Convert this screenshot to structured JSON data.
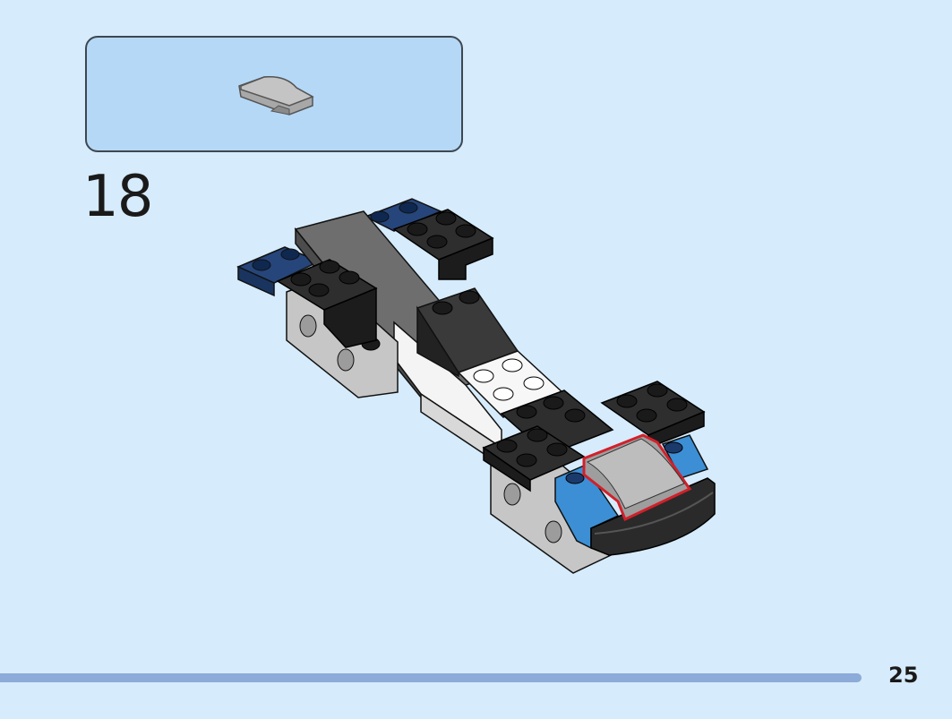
{
  "instruction": {
    "step_number": "18",
    "page_number": "25",
    "parts_callout": {
      "parts": [
        {
          "name": "curved-slope-1x2",
          "color": "#a5a5a5",
          "quantity_shown": ""
        }
      ]
    },
    "highlight_color": "#d2202a",
    "colors": {
      "background": "#d6ebfb",
      "callout_fill": "#b5d8f6",
      "footer_bar": "#8cabd8",
      "black_brick": "#2b2b2b",
      "dark_grey_brick": "#6b6b6b",
      "light_grey_brick": "#c3c3c3",
      "white_brick": "#f2f2f2",
      "dark_blue_brick": "#1f3a6b",
      "azure_brick": "#3d8fd6"
    }
  }
}
